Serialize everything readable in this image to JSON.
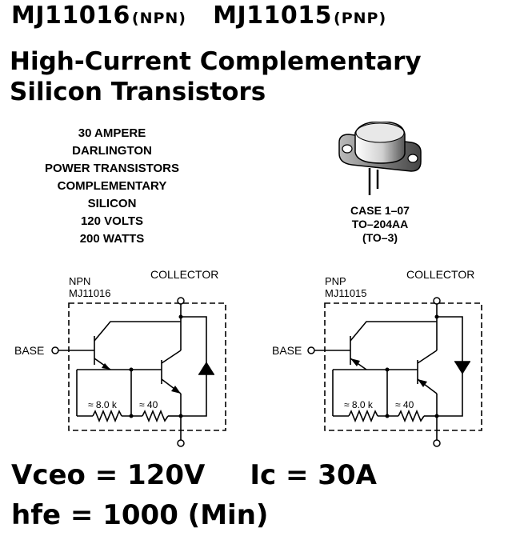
{
  "header": {
    "part1_number": "MJ11016",
    "part1_type": "(NPN)",
    "part2_number": "MJ11015",
    "part2_type": "(PNP)"
  },
  "headline": {
    "line1": "High-Current Complementary",
    "line2": "Silicon Transistors"
  },
  "specs": [
    "30 AMPERE",
    "DARLINGTON",
    "POWER TRANSISTORS",
    "COMPLEMENTARY",
    "SILICON",
    "120 VOLTS",
    "200 WATTS"
  ],
  "package": {
    "case": "CASE 1–07",
    "type": "TO–204AA",
    "alias": "(TO–3)"
  },
  "schematics": [
    {
      "type_label": "NPN",
      "part_label": "MJ11016",
      "collector_label": "COLLECTOR",
      "base_label": "BASE",
      "r1_label": "≈ 8.0 k",
      "r2_label": "≈ 40"
    },
    {
      "type_label": "PNP",
      "part_label": "MJ11015",
      "collector_label": "COLLECTOR",
      "base_label": "BASE",
      "r1_label": "≈ 8.0 k",
      "r2_label": "≈ 40"
    }
  ],
  "ratings": {
    "vceo": "Vceo = 120V",
    "ic": "Ic = 30A",
    "hfe": "hfe = 1000 (Min)"
  }
}
